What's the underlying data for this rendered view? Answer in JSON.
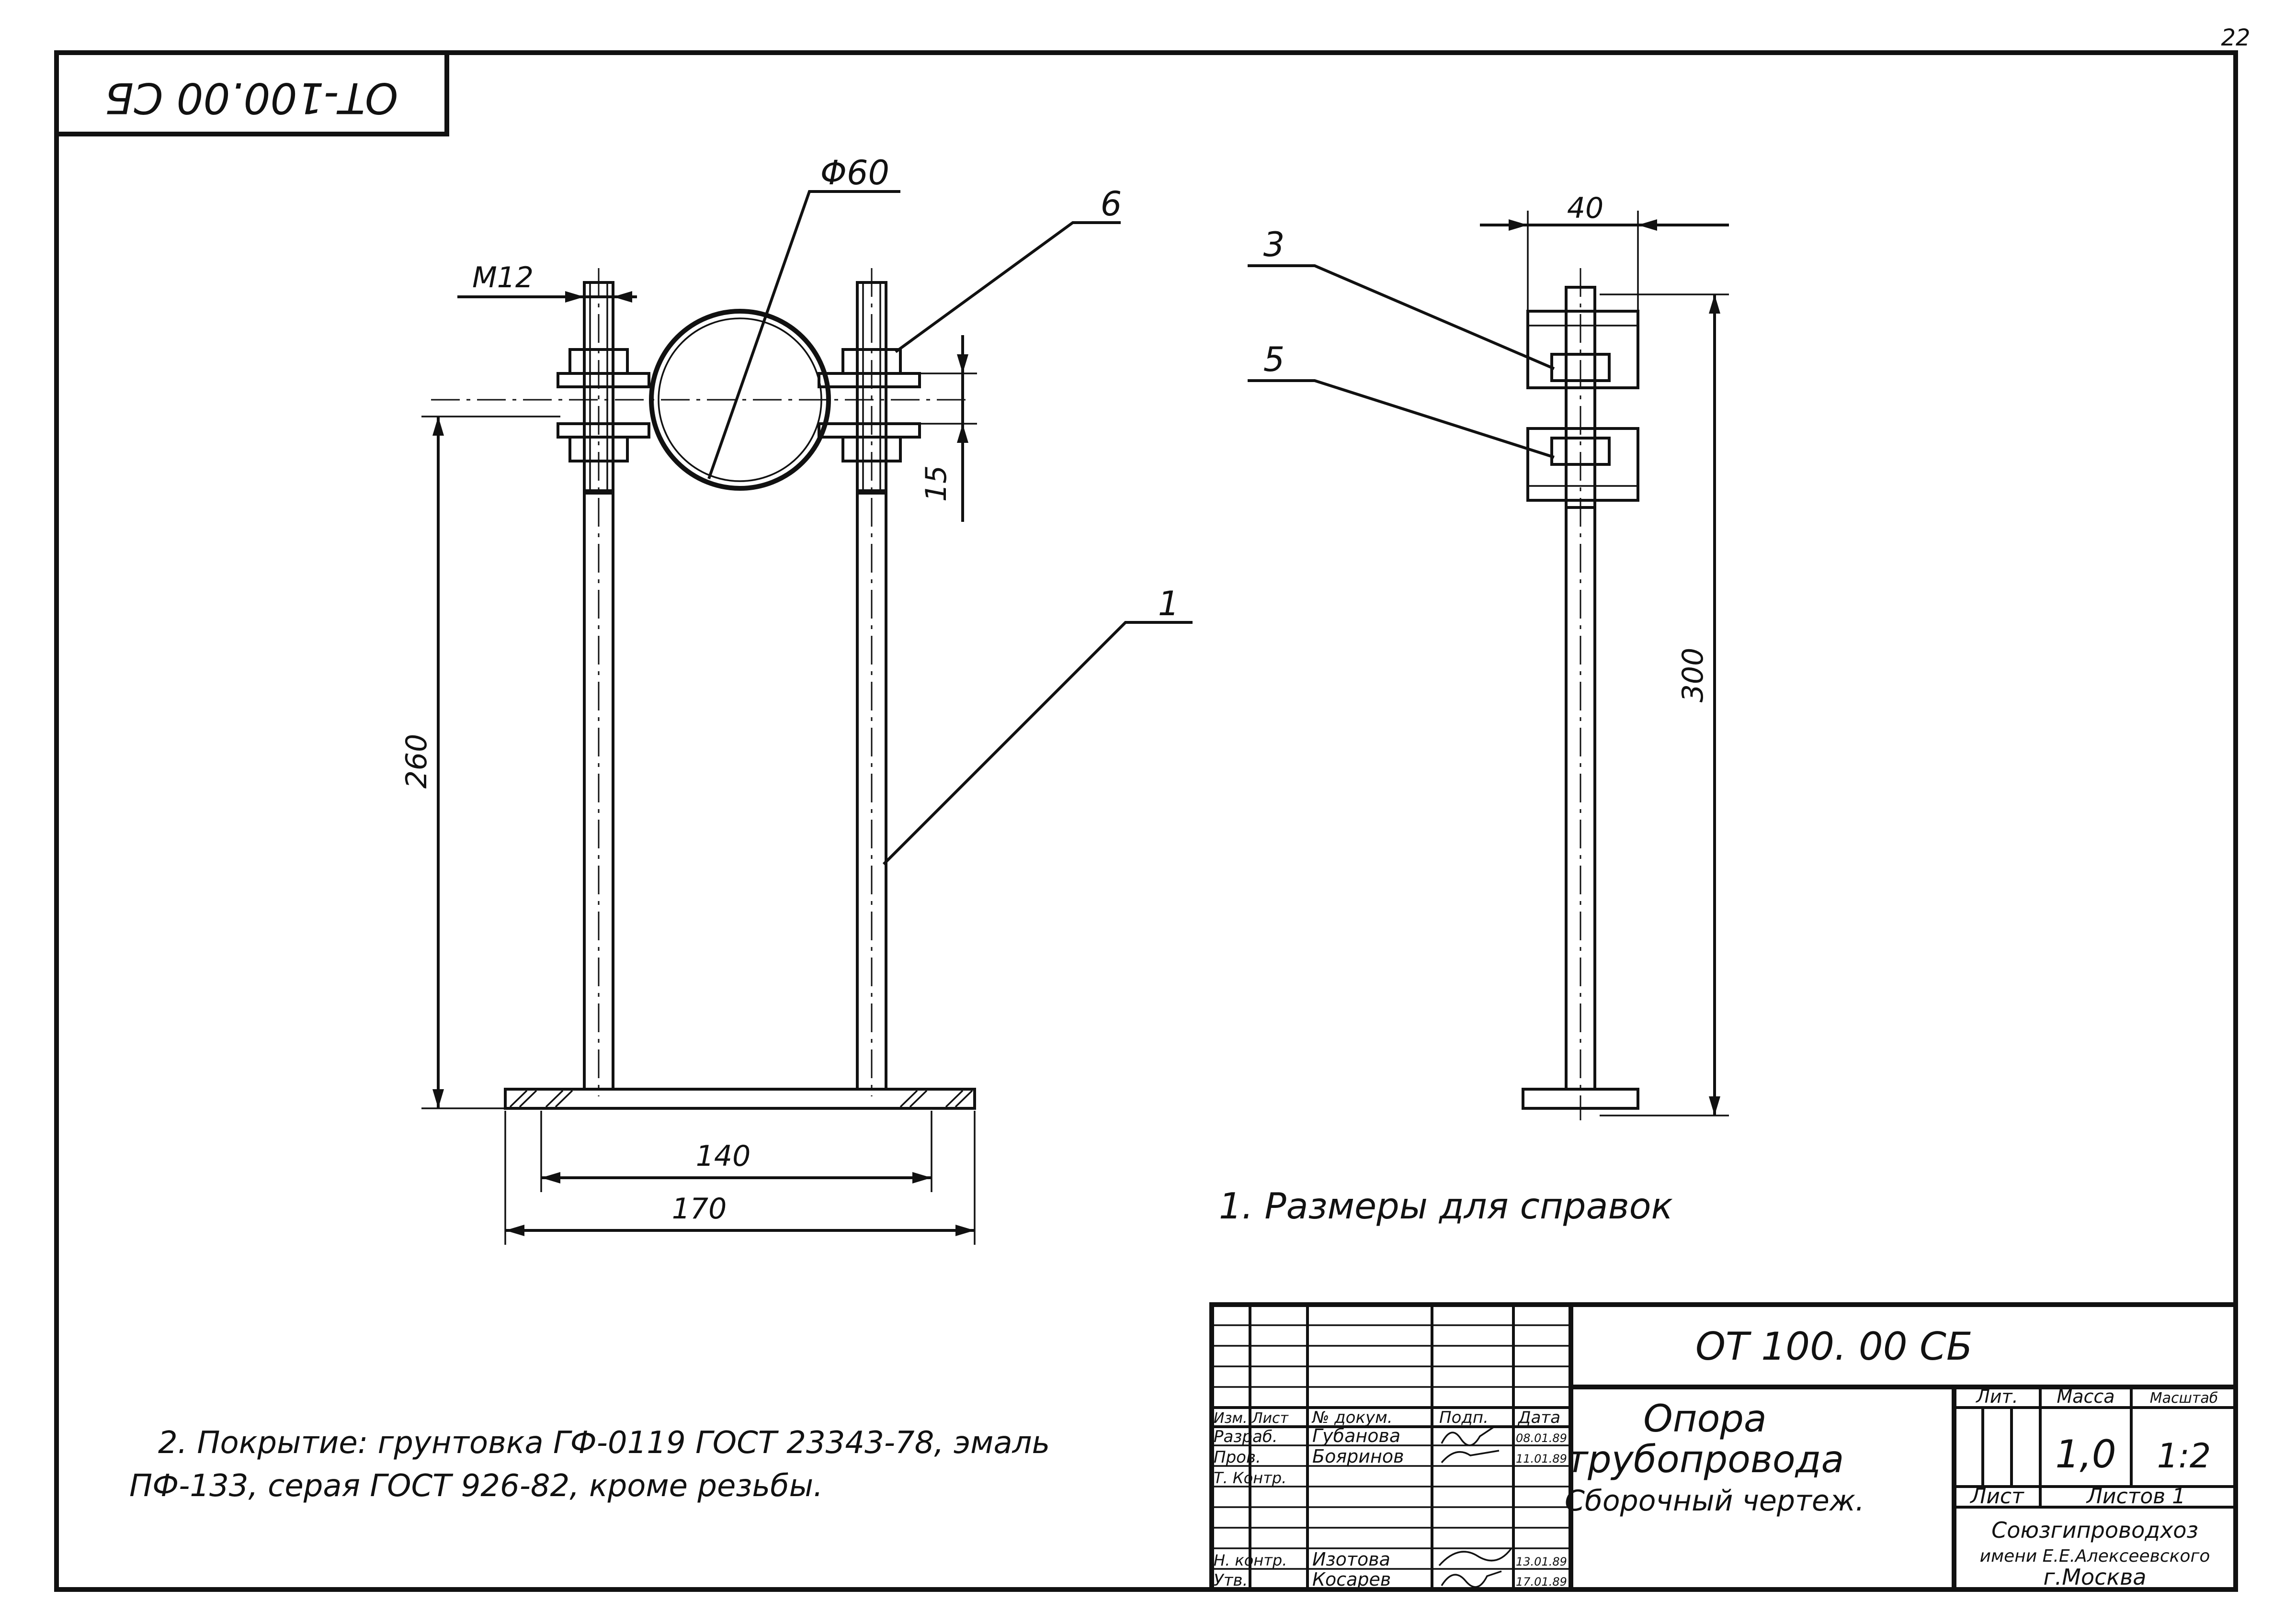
{
  "sheet_number": "22",
  "rotated_code": "ОТ-100.00 СБ",
  "dims": {
    "d60": "Φ60",
    "m12": "М12",
    "h260": "260",
    "h300": "300",
    "w140": "140",
    "w170": "170",
    "w40": "40",
    "s15": "15"
  },
  "callouts": {
    "p1": "1",
    "p3": "3",
    "p5": "5",
    "p6": "6"
  },
  "notes": {
    "n1": "1. Размеры для справок",
    "n2_line1": "2. Покрытие: грунтовка ГФ-0119 ГОСТ 23343-78, эмаль",
    "n2_line2": "ПФ-133, серая ГОСТ 926-82, кроме резьбы."
  },
  "title_block": {
    "doc_code": "ОТ 100. 00 СБ",
    "name_line1": "Опора",
    "name_line2": "трубопровода",
    "doc_type": "Сборочный чертеж.",
    "hdr_izm": "Изм.",
    "hdr_list": "Лист",
    "hdr_doc": "№ докум.",
    "hdr_sign": "Подп.",
    "hdr_date": "Дата",
    "lit": "Лит.",
    "mass_label": "Масса",
    "scale_label": "Масштаб",
    "mass": "1,0",
    "scale": "1:2",
    "sheet_label": "Лист",
    "sheets_label": "Листов 1",
    "org1": "Союзгипроводхоз",
    "org2": "имени Е.Е.Алексеевского",
    "org3": "г.Москва",
    "rows": [
      {
        "role": "Разраб.",
        "name": "Губанова",
        "date": "08.01.89"
      },
      {
        "role": "Пров.",
        "name": "Бояринов",
        "date": "11.01.89"
      },
      {
        "role": "Т. Контр.",
        "name": "",
        "date": ""
      },
      {
        "role": "Н. контр.",
        "name": "Изотова",
        "date": "13.01.89"
      },
      {
        "role": "Утв.",
        "name": "Косарев",
        "date": "17.01.89"
      }
    ]
  }
}
